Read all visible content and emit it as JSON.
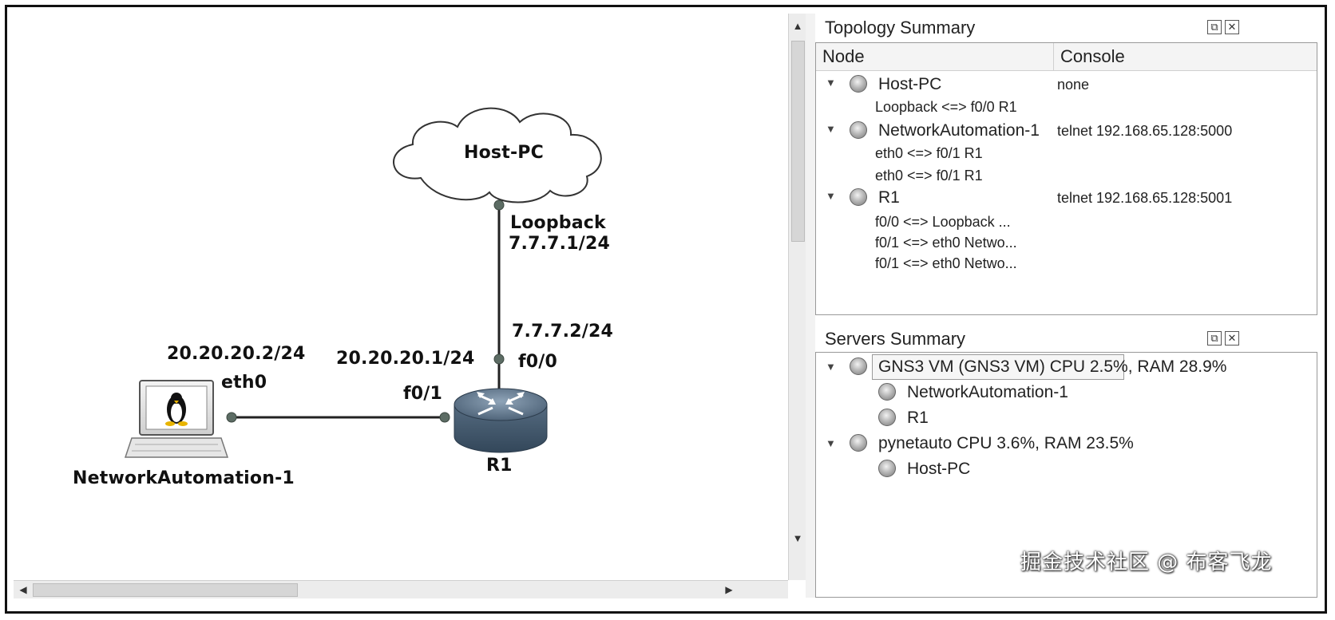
{
  "topology": {
    "nodes": {
      "host_pc": "Host-PC",
      "router": "R1",
      "workstation": "NetworkAutomation-1"
    },
    "labels": {
      "loopback_name": "Loopback",
      "loopback_ip": "7.7.7.1/24",
      "r1_f00_ip": "7.7.7.2/24",
      "r1_f00": "f0/0",
      "r1_f01_ip": "20.20.20.1/24",
      "r1_f01": "f0/1",
      "na_ip": "20.20.20.2/24",
      "na_eth0": "eth0"
    }
  },
  "topology_summary": {
    "title": "Topology Summary",
    "columns": [
      "Node",
      "Console"
    ],
    "nodes": [
      {
        "name": "Host-PC",
        "console": "none",
        "links": [
          "Loopback <=> f0/0 R1"
        ]
      },
      {
        "name": "NetworkAutomation-1",
        "console": "telnet 192.168.65.128:5000",
        "links": [
          "eth0 <=> f0/1 R1",
          "eth0 <=> f0/1 R1"
        ]
      },
      {
        "name": "R1",
        "console": "telnet 192.168.65.128:5001",
        "links": [
          "f0/0 <=> Loopback ...",
          "f0/1 <=> eth0 Netwo...",
          "f0/1 <=> eth0 Netwo..."
        ]
      }
    ]
  },
  "servers_summary": {
    "title": "Servers Summary",
    "servers": [
      {
        "label": "GNS3 VM (GNS3 VM) CPU 2.5%, RAM 28.9%",
        "nodes": [
          "NetworkAutomation-1",
          "R1"
        ]
      },
      {
        "label": "pynetauto CPU 3.6%, RAM 23.5%",
        "nodes": [
          "Host-PC"
        ]
      }
    ]
  },
  "watermark": "掘金技术社区 @ 布客飞龙",
  "icons": {
    "expand": "triangle-down-icon",
    "node_status": "status-dot-icon",
    "restore": "restore-window-icon",
    "close": "close-icon"
  }
}
